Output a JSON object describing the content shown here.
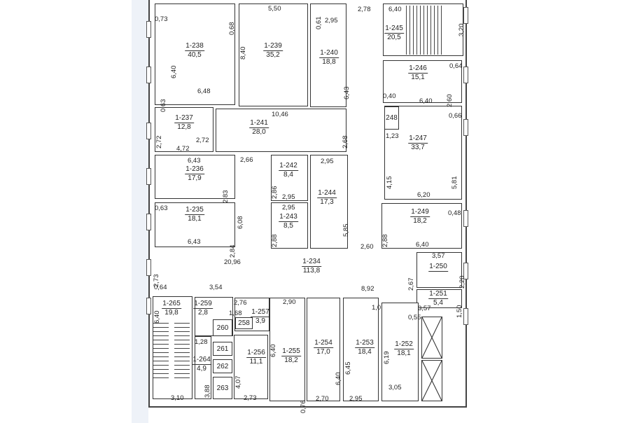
{
  "rooms": [
    {
      "id": "1-238",
      "area": "40,5"
    },
    {
      "id": "1-239",
      "area": "35,2"
    },
    {
      "id": "1-240",
      "area": "18,8"
    },
    {
      "id": "1-245",
      "area": "20,5"
    },
    {
      "id": "1-246",
      "area": "15,1"
    },
    {
      "id": "1-247",
      "area": "33,7"
    },
    {
      "id": "1-237",
      "area": "12,8"
    },
    {
      "id": "1-241",
      "area": "28,0"
    },
    {
      "id": "1-236",
      "area": "17,9"
    },
    {
      "id": "1-235",
      "area": "18,1"
    },
    {
      "id": "1-242",
      "area": "8,4"
    },
    {
      "id": "1-243",
      "area": "8,5"
    },
    {
      "id": "1-244",
      "area": "17,3"
    },
    {
      "id": "1-249",
      "area": "18,2"
    },
    {
      "id": "1-250",
      "area": ""
    },
    {
      "id": "1-251",
      "area": "5,4"
    },
    {
      "id": "1-234",
      "area": "113,8"
    },
    {
      "id": "1-265",
      "area": "19,8"
    },
    {
      "id": "1-259",
      "area": "2,8"
    },
    {
      "id": "1-257",
      "area": "3,9"
    },
    {
      "id": "1-264",
      "area": "4,9"
    },
    {
      "id": "1-256",
      "area": "11,1"
    },
    {
      "id": "1-255",
      "area": "18,2"
    },
    {
      "id": "1-254",
      "area": "17,0"
    },
    {
      "id": "1-253",
      "area": "18,4"
    },
    {
      "id": "1-252",
      "area": "18,1"
    }
  ],
  "small_rooms": [
    "248",
    "258",
    "260",
    "261",
    "262",
    "263"
  ],
  "dimensions": [
    "0,73",
    "0,68",
    "6,40",
    "6,48",
    "0,63",
    "5,50",
    "8,40",
    "0,61",
    "2,95",
    "6,43",
    "2,78",
    "6,40",
    "3,20",
    "0,64",
    "2,60",
    "0,40",
    "6,40",
    "0,66",
    "1,23",
    "10,46",
    "2,68",
    "2,72",
    "4,72",
    "6,43",
    "2,83",
    "2,66",
    "2,86",
    "2,95",
    "2,95",
    "2,95",
    "2,88",
    "5,85",
    "6,08",
    "0,63",
    "2,84",
    "6,43",
    "4,15",
    "5,81",
    "6,20",
    "2,88",
    "0,48",
    "6,40",
    "2,60",
    "20,96",
    "2,73",
    "3,57",
    "2,20",
    "2,67",
    "0,64",
    "3,54",
    "8,92",
    "1,50",
    "3,57",
    "6,40",
    "2,76",
    "1,68",
    "1,28",
    "3,88",
    "4,07",
    "2,90",
    "6,40",
    "0,76",
    "6,40",
    "6,45",
    "1,0",
    "0,55",
    "6,19",
    "3,05",
    "3,10",
    "2,73",
    "2,70",
    "2,95",
    "2,72"
  ]
}
